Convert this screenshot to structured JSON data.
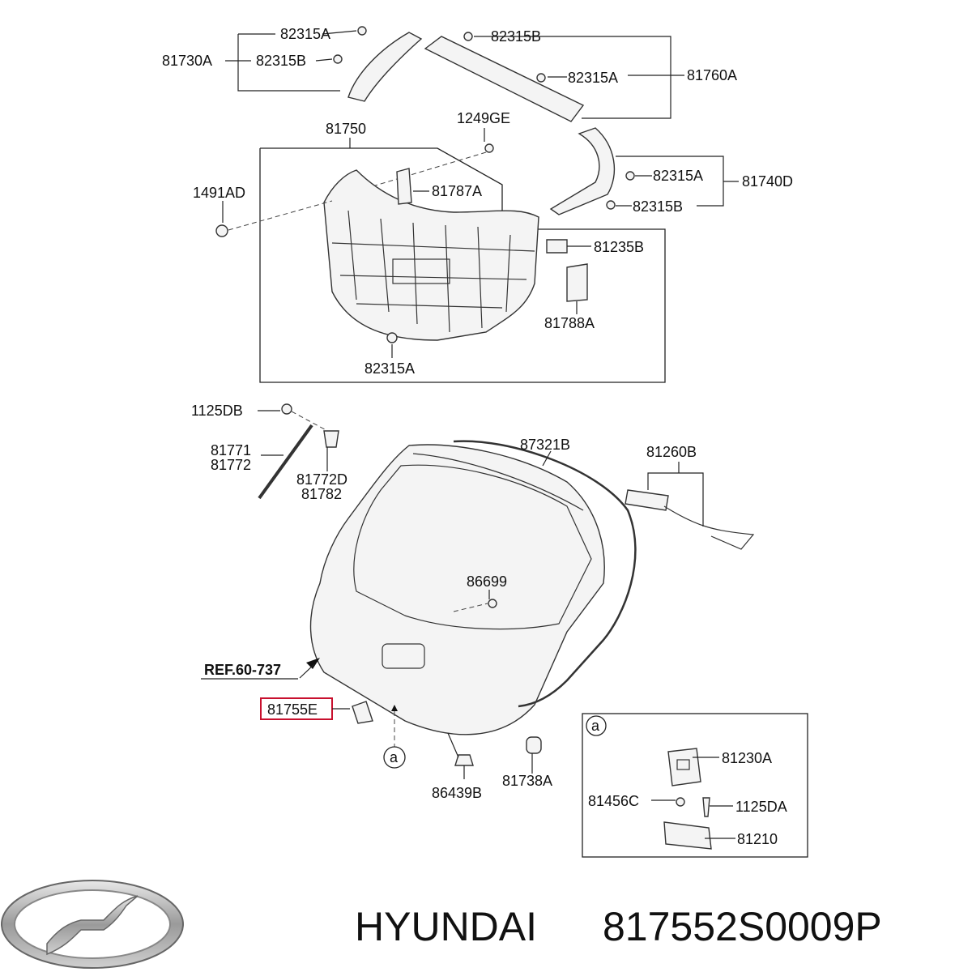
{
  "labels": {
    "l_82315A_top": "82315A",
    "l_82315B_left": "82315B",
    "l_81730A": "81730A",
    "l_82315B_right": "82315B",
    "l_82315A_right": "82315A",
    "l_81760A": "81760A",
    "l_81750": "81750",
    "l_1249GE": "1249GE",
    "l_1491AD": "1491AD",
    "l_81787A": "81787A",
    "l_82315A_side": "82315A",
    "l_81740D": "81740D",
    "l_82315B_side": "82315B",
    "l_81235B": "81235B",
    "l_81788A": "81788A",
    "l_82315A_bottom": "82315A",
    "l_1125DB": "1125DB",
    "l_81771": "81771",
    "l_81772": "81772",
    "l_81772D": "81772D",
    "l_81782": "81782",
    "l_87321B": "87321B",
    "l_81260B": "81260B",
    "l_86699": "86699",
    "l_ref": "REF.60-737",
    "l_81755E": "81755E",
    "l_callout_a": "a",
    "l_86439B": "86439B",
    "l_81738A": "81738A",
    "l_detail_a": "a",
    "l_81230A": "81230A",
    "l_81456C": "81456C",
    "l_1125DA": "1125DA",
    "l_81210": "81210"
  },
  "brand": {
    "name": "HYUNDAI",
    "part_number": "817552S0009P",
    "logo_icon": "hyundai-logo-icon"
  },
  "colors": {
    "highlight_box": "#c8102e",
    "line": "#222222"
  }
}
